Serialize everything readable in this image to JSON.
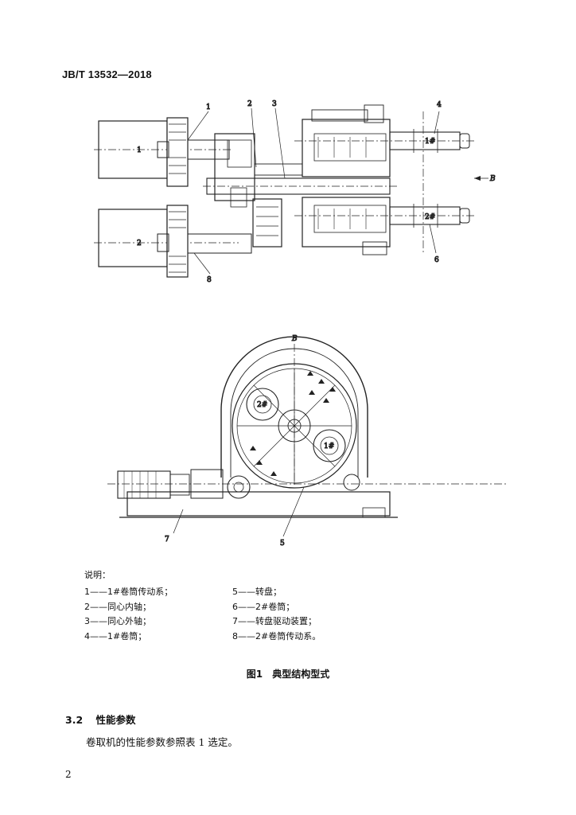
{
  "header": {
    "standard_code": "JB/T 13532—2018"
  },
  "figure": {
    "callouts": {
      "n1": "1",
      "n2": "2",
      "n3": "3",
      "n4": "4",
      "n5": "5",
      "n6": "6",
      "n7": "7",
      "n8": "8",
      "drum1_left": "1",
      "drum2_left": "2",
      "drum1_tag": "1#",
      "drum2_tag": "2#",
      "view_b": "B",
      "view_b_arrow": "B",
      "side_drum1": "1#",
      "side_drum2": "2#"
    },
    "legend_title": "说明：",
    "legend_left": [
      "1——1#卷筒传动系；",
      "2——同心内轴；",
      "3——同心外轴；",
      "4——1#卷筒；"
    ],
    "legend_right": [
      "5——转盘；",
      "6——2#卷筒；",
      "7——转盘驱动装置；",
      "8——2#卷筒传动系。"
    ],
    "caption_number": "图1",
    "caption_text": "典型结构型式"
  },
  "section": {
    "number": "3.2",
    "title": "性能参数"
  },
  "paragraph": "卷取机的性能参数参照表 1 选定。",
  "page_number": "2"
}
